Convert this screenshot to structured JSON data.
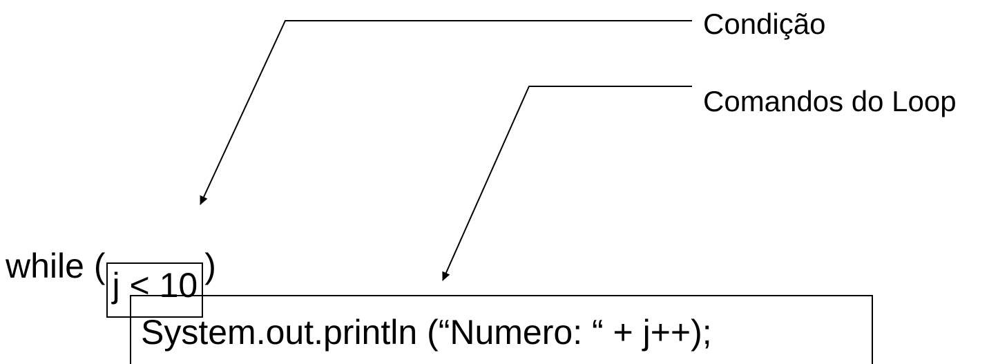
{
  "annotations": {
    "condition_label": "Condição",
    "loop_body_label": "Comandos do Loop"
  },
  "code": {
    "while_keyword": "while (",
    "condition": "j < 10",
    "while_close": ")",
    "statement": "System.out.println (“Numero: “ + j++);"
  },
  "colors": {
    "ink": "#000000",
    "background": "#ffffff"
  }
}
